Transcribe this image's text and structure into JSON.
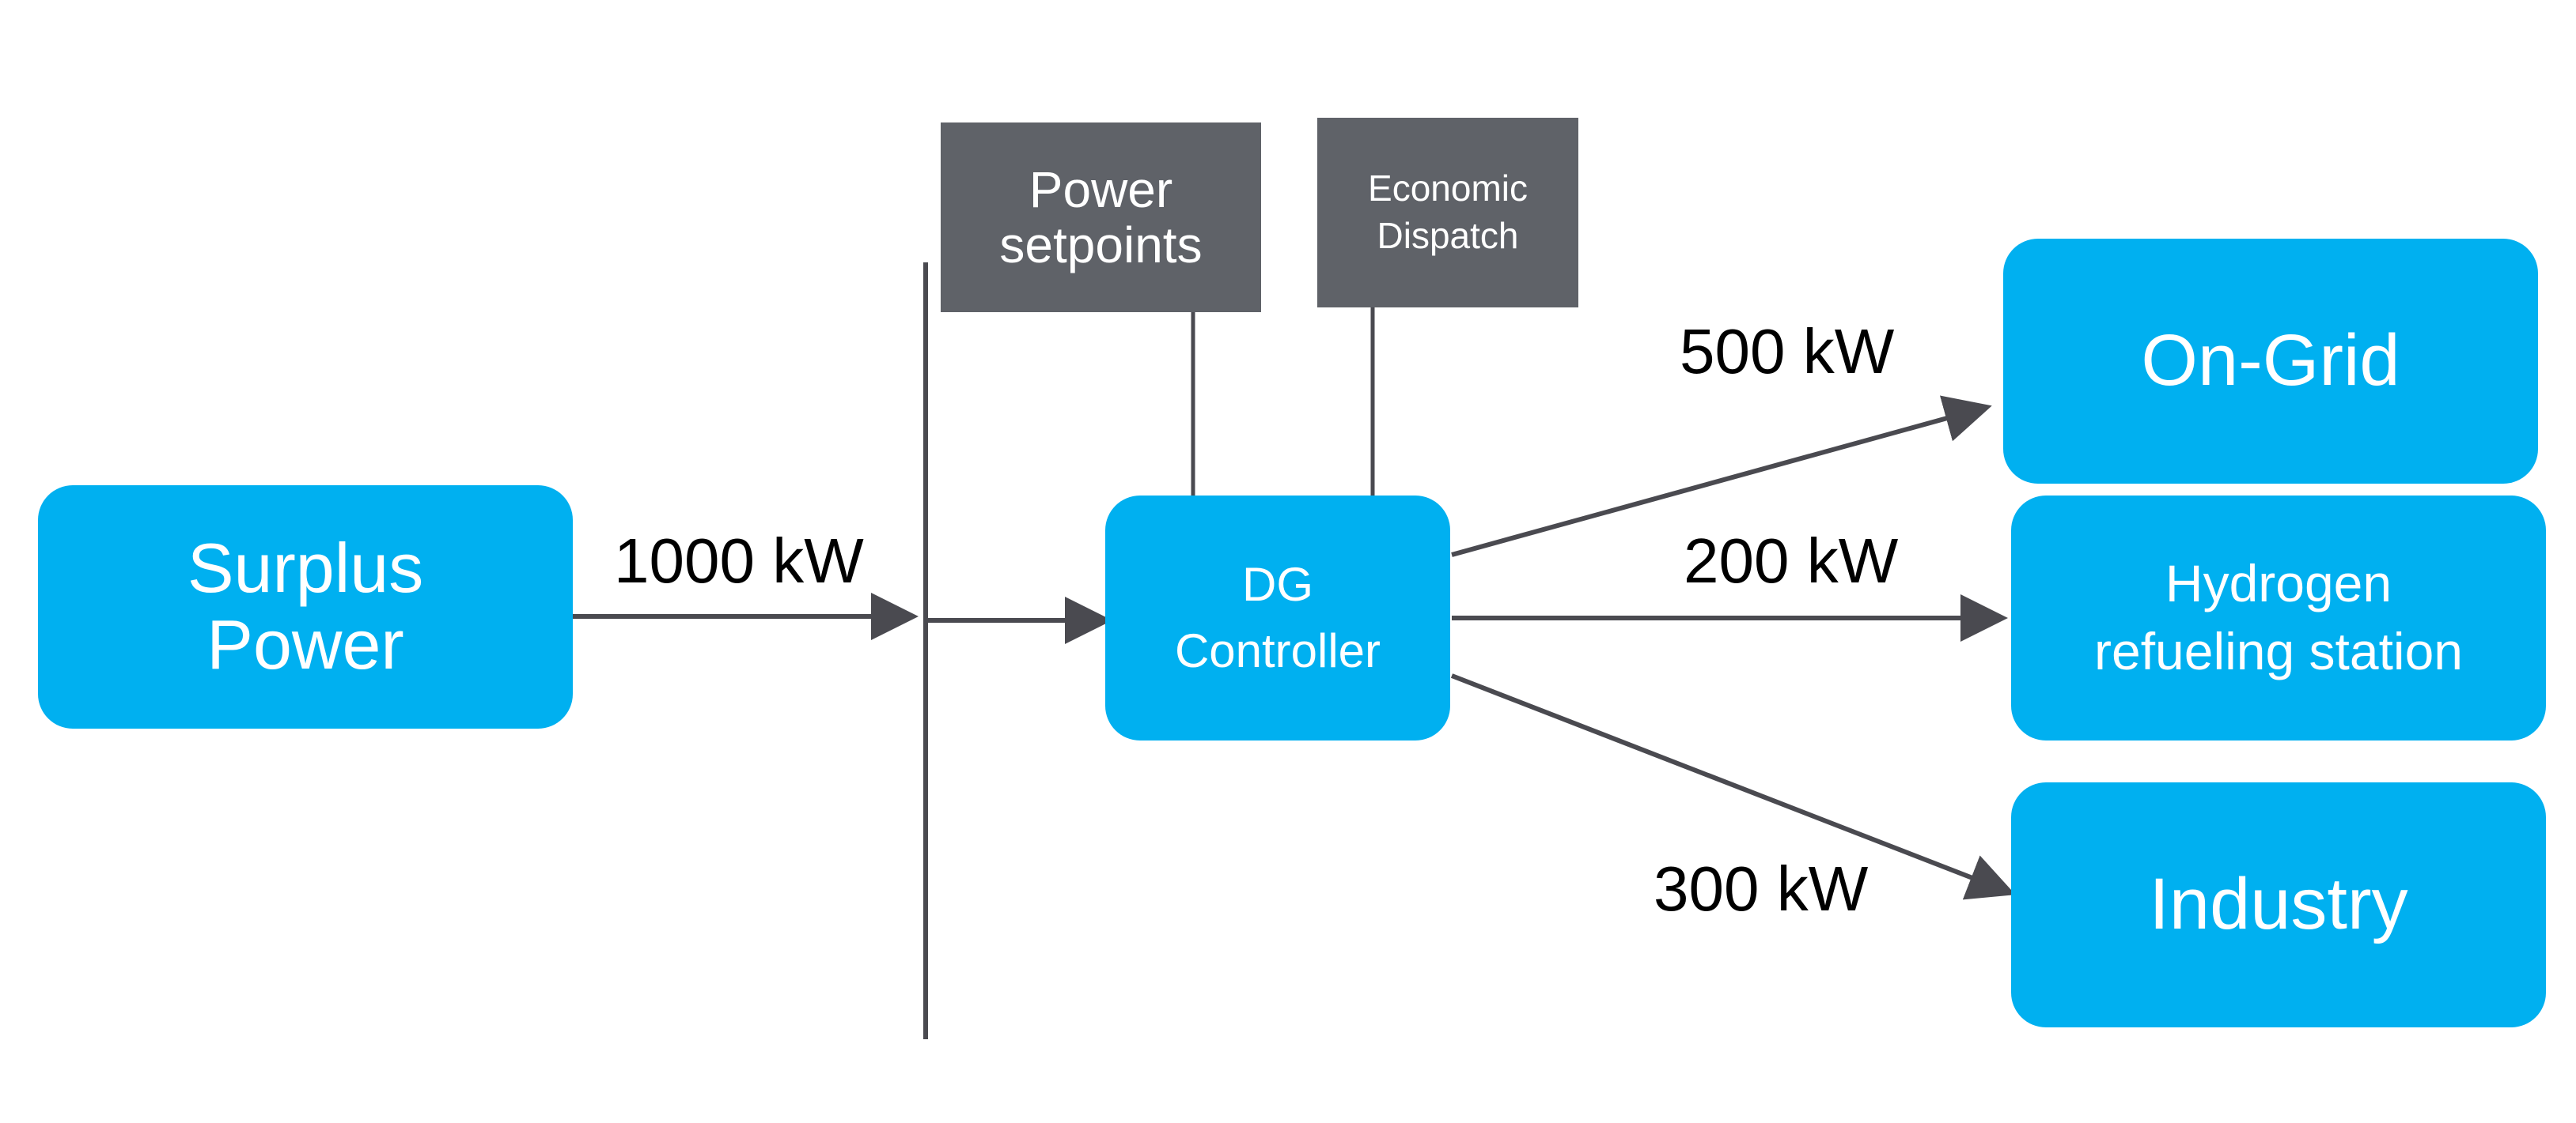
{
  "diagram": {
    "nodes": {
      "surplus_power": {
        "label": "Surplus\nPower",
        "color": "#00b0f0"
      },
      "power_setpoints": {
        "label": "Power\nsetpoints",
        "color": "#5f6268"
      },
      "economic_dispatch": {
        "label": "Economic\nDispatch",
        "color": "#5f6268"
      },
      "dg_controller": {
        "label": "DG\nController",
        "color": "#00b0f0"
      },
      "on_grid": {
        "label": "On-Grid",
        "color": "#00b0f0"
      },
      "hydrogen_station": {
        "label": "Hydrogen\nrefueling station",
        "color": "#00b0f0"
      },
      "industry": {
        "label": "Industry",
        "color": "#00b0f0"
      }
    },
    "flows": {
      "surplus_to_bus": "1000 kW",
      "to_on_grid": "500 kW",
      "to_hydrogen": "200 kW",
      "to_industry": "300 kW"
    },
    "connector_color": "#4a4a50"
  }
}
